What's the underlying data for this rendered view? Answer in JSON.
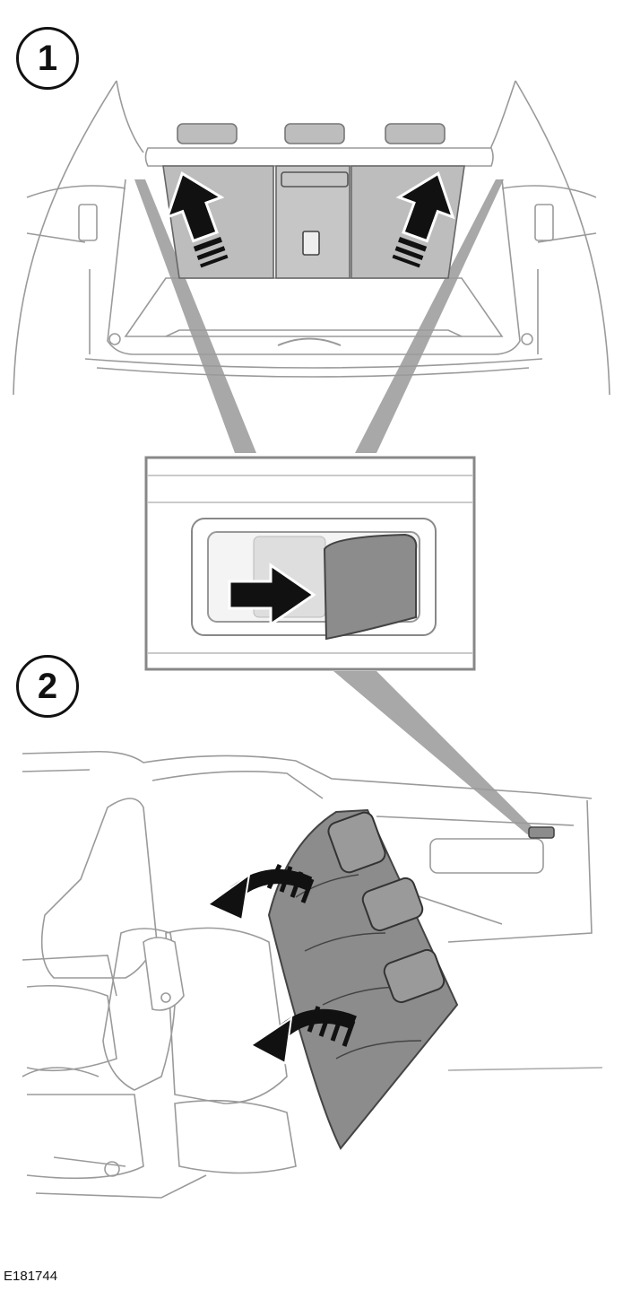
{
  "steps": [
    {
      "number": "1",
      "icon": "boot-interior-view"
    },
    {
      "number": "2",
      "icon": "rear-seat-folding-view"
    }
  ],
  "figure_id": "E181744",
  "colors": {
    "line": "#9a9a9a",
    "seat_fill": "#8c8c8c",
    "panel_fill": "#bdbdbd",
    "callout": "#a8a8a8",
    "arrow": "#111111"
  }
}
